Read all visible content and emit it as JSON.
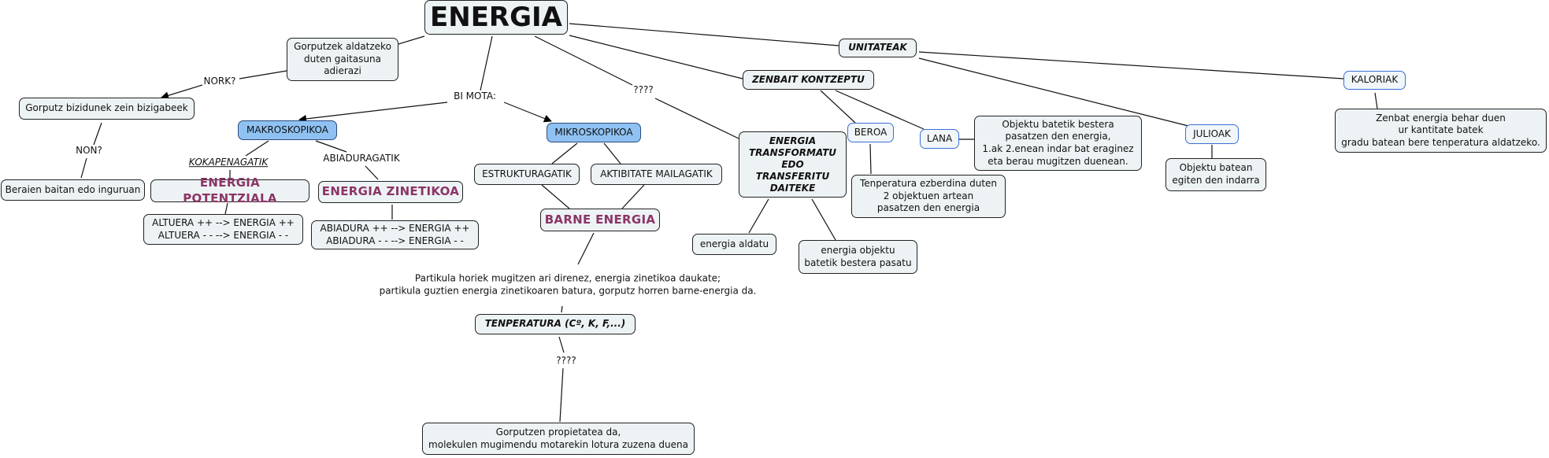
{
  "title": "ENERGIA",
  "nodes": {
    "definition": "Gorputzek aldatzeko\nduten gaitasuna\nadierazi",
    "who": "Gorputz bizidunek zein bizigabeek",
    "where": "Beraien baitan edo inguruan",
    "macro": "MAKROSKOPIKOA",
    "micro": "MIKROSKOPIKOA",
    "potential": "ENERGIA POTENTZIALA",
    "kinetic": "ENERGIA ZINETIKOA",
    "height_rule": "ALTUERA ++ --> ENERGIA ++\nALTUERA - - --> ENERGIA - -",
    "speed_rule": "ABIADURA ++ --> ENERGIA ++\nABIADURA - - --> ENERGIA - -",
    "structure": "ESTRUKTURAGATIK",
    "activity": "AKTIBITATE MAILAGATIK",
    "internal": "BARNE ENERGIA",
    "temperature": "TENPERATURA (Cº, K, F,...)",
    "temp_def": "Gorputzen propietatea da,\nmolekulen mugimendu motarekin lotura zuzena duena",
    "transform": "ENERGIA\nTRANSFORMATU\nEDO\nTRANSFERITU\nDAITEKE",
    "changed": "energia aldatu",
    "transferred": "energia objektu\nbatetik bestera pasatu",
    "concepts": "ZENBAIT KONTZEPTU",
    "units": "UNITATEAK",
    "heat": "BEROA",
    "heat_def": "Tenperatura ezberdina duten\n2 objektuen artean\npasatzen den energia",
    "work": "LANA",
    "work_def": "Objektu batetik bestera\npasatzen den energia,\n1.ak 2.enean indar bat eraginez\neta berau mugitzen duenean.",
    "joules": "JULIOAK",
    "joules_def": "Objektu batean\negiten den indarra",
    "calories": "KALORIAK",
    "calories_def": "Zenbat energia behar duen\nur kantitate batek\ngradu batean bere tenperatura aldatzeko."
  },
  "labels": {
    "nork": "NORK?",
    "non": "NON?",
    "bi_mota": "BI MOTA:",
    "kokapenagatik": "KOKAPENAGATIK",
    "abiaduragatik": "ABIADURAGATIK",
    "question_upper": "????",
    "question_lower": "????",
    "particles": "Partikula horiek mugitzen ari direnez, energia zinetikoa daukate;\npartikula guztien energia zinetikoaren batura, gorputz horren barne-energia da."
  },
  "colors": {
    "node_fill": "#edf3f4",
    "macro_micro_fill": "#8fc2f3",
    "unit_border": "#3b6fd6",
    "energy_type_text": "#8c3467"
  }
}
